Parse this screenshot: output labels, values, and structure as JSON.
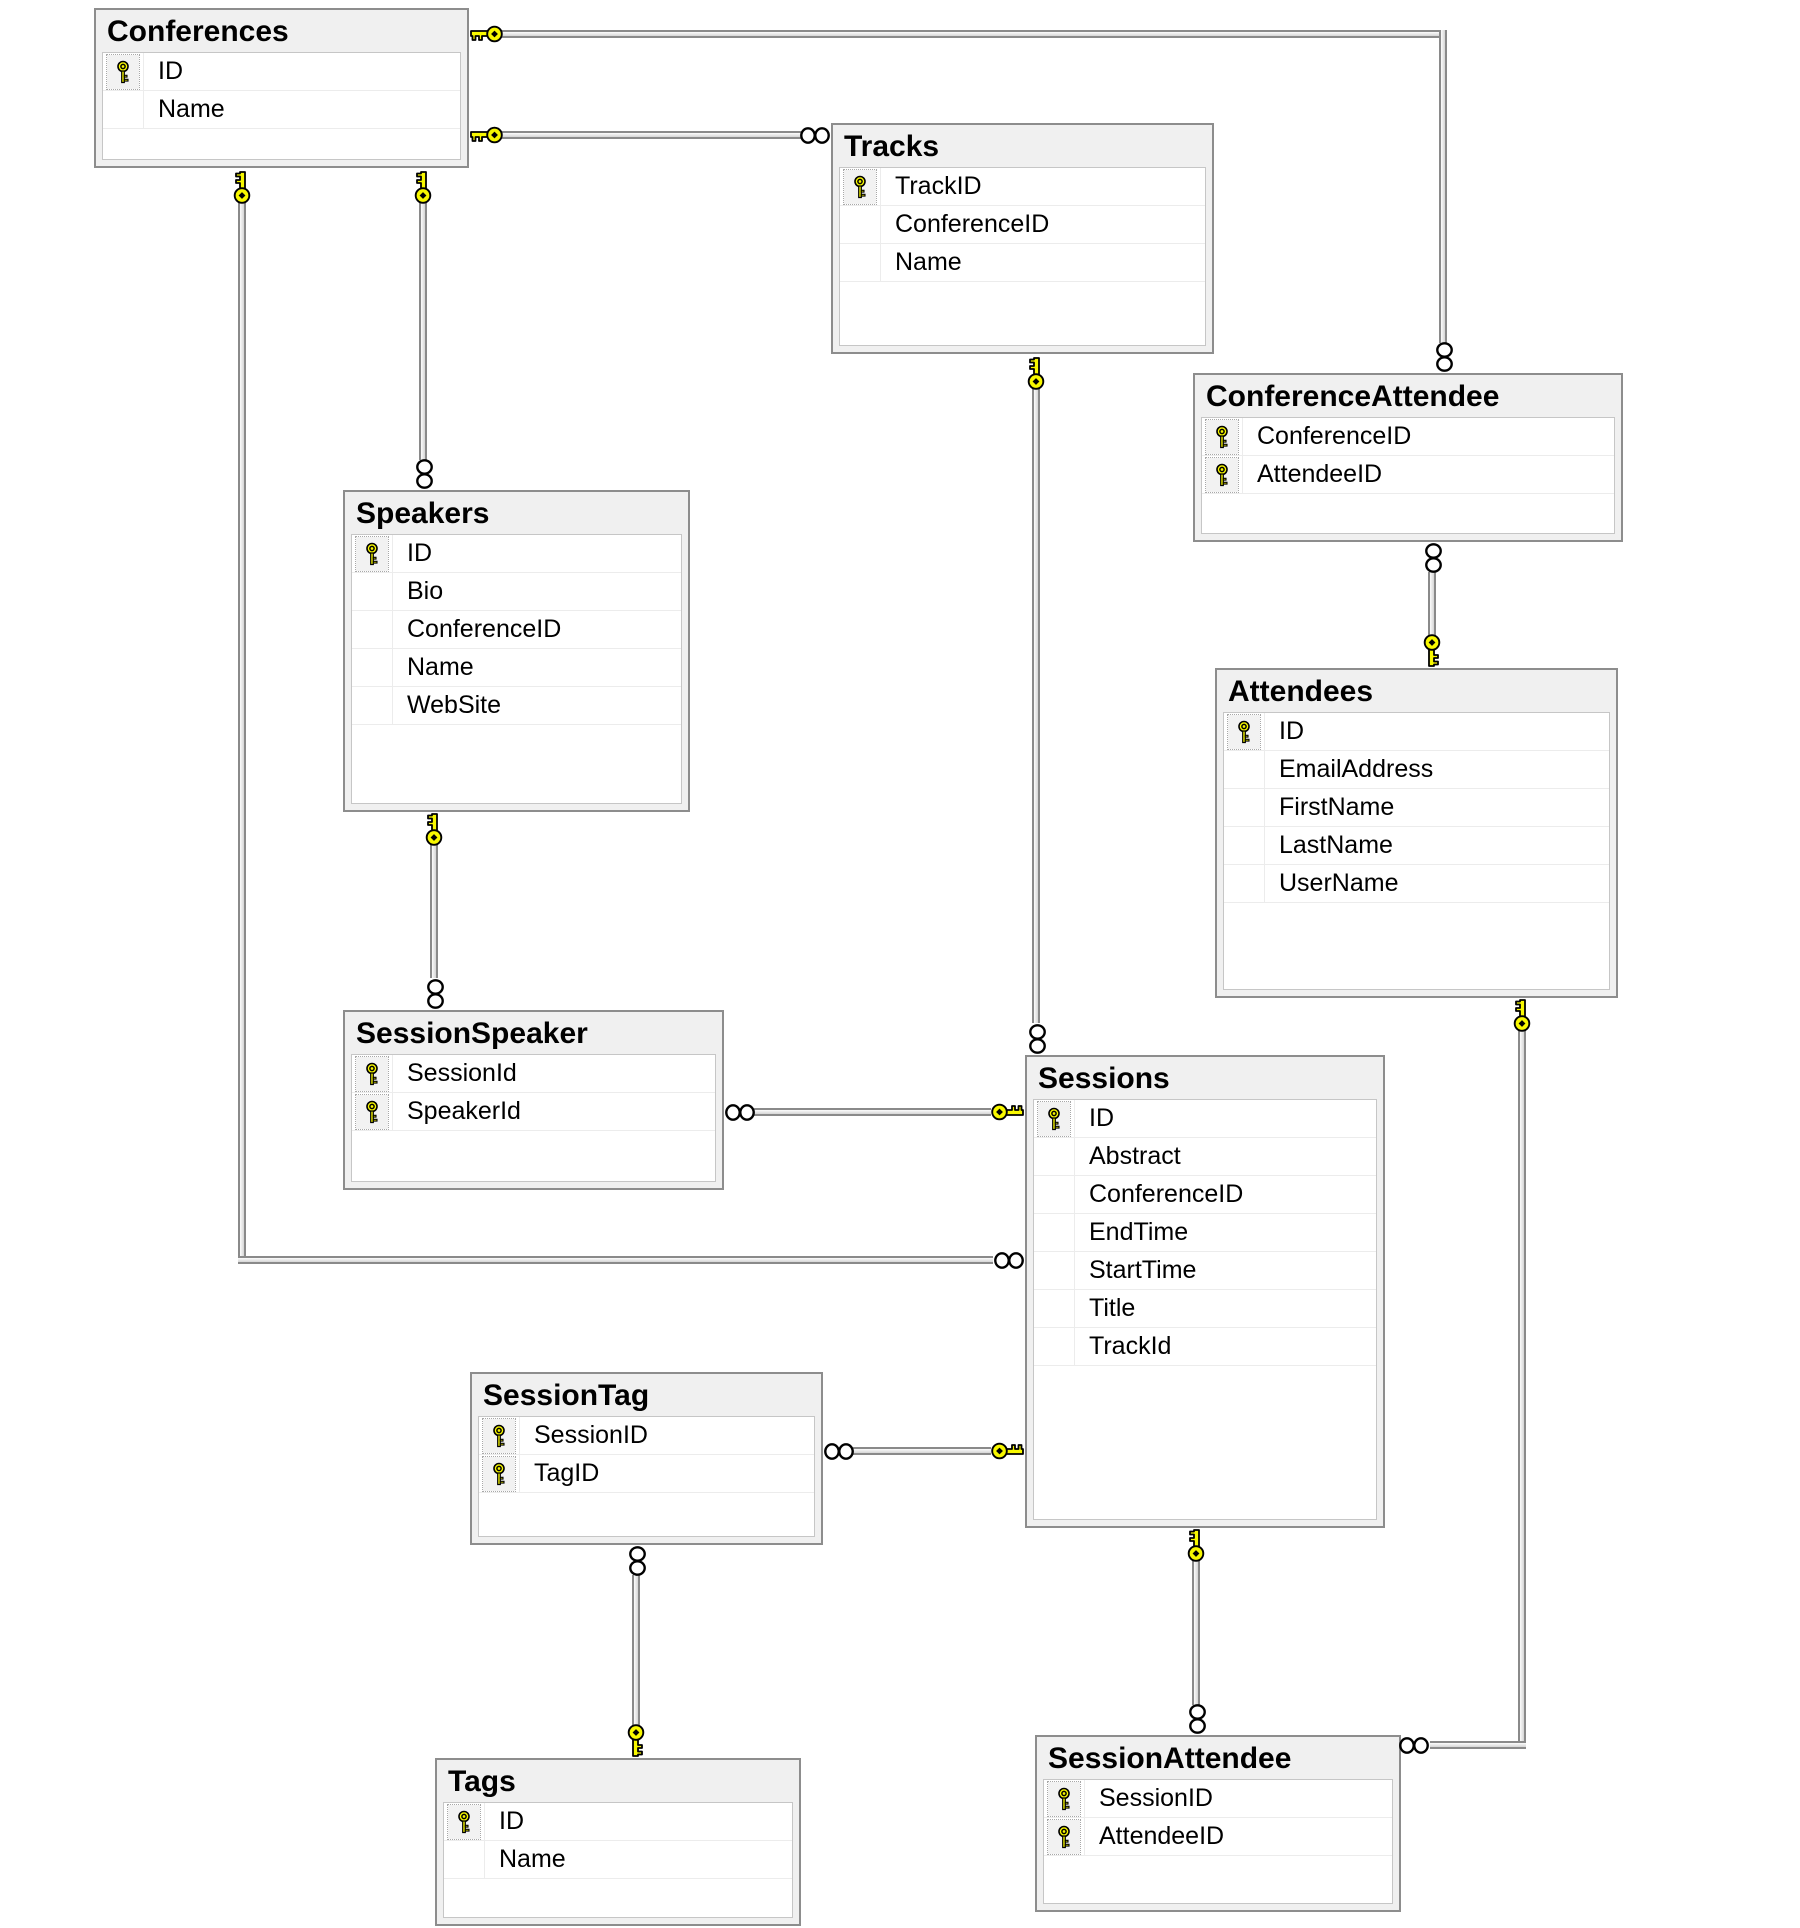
{
  "tables": {
    "conferences": {
      "title": "Conferences",
      "columns": [
        {
          "name": "ID",
          "pk": true
        },
        {
          "name": "Name",
          "pk": false
        }
      ]
    },
    "tracks": {
      "title": "Tracks",
      "columns": [
        {
          "name": "TrackID",
          "pk": true
        },
        {
          "name": "ConferenceID",
          "pk": false
        },
        {
          "name": "Name",
          "pk": false
        }
      ]
    },
    "conference_attendee": {
      "title": "ConferenceAttendee",
      "columns": [
        {
          "name": "ConferenceID",
          "pk": true
        },
        {
          "name": "AttendeeID",
          "pk": true
        }
      ]
    },
    "speakers": {
      "title": "Speakers",
      "columns": [
        {
          "name": "ID",
          "pk": true
        },
        {
          "name": "Bio",
          "pk": false
        },
        {
          "name": "ConferenceID",
          "pk": false
        },
        {
          "name": "Name",
          "pk": false
        },
        {
          "name": "WebSite",
          "pk": false
        }
      ]
    },
    "attendees": {
      "title": "Attendees",
      "columns": [
        {
          "name": "ID",
          "pk": true
        },
        {
          "name": "EmailAddress",
          "pk": false
        },
        {
          "name": "FirstName",
          "pk": false
        },
        {
          "name": "LastName",
          "pk": false
        },
        {
          "name": "UserName",
          "pk": false
        }
      ]
    },
    "session_speaker": {
      "title": "SessionSpeaker",
      "columns": [
        {
          "name": "SessionId",
          "pk": true
        },
        {
          "name": "SpeakerId",
          "pk": true
        }
      ]
    },
    "sessions": {
      "title": "Sessions",
      "columns": [
        {
          "name": "ID",
          "pk": true
        },
        {
          "name": "Abstract",
          "pk": false
        },
        {
          "name": "ConferenceID",
          "pk": false
        },
        {
          "name": "EndTime",
          "pk": false
        },
        {
          "name": "StartTime",
          "pk": false
        },
        {
          "name": "Title",
          "pk": false
        },
        {
          "name": "TrackId",
          "pk": false
        }
      ]
    },
    "session_tag": {
      "title": "SessionTag",
      "columns": [
        {
          "name": "SessionID",
          "pk": true
        },
        {
          "name": "TagID",
          "pk": true
        }
      ]
    },
    "tags": {
      "title": "Tags",
      "columns": [
        {
          "name": "ID",
          "pk": true
        },
        {
          "name": "Name",
          "pk": false
        }
      ]
    },
    "session_attendee": {
      "title": "SessionAttendee",
      "columns": [
        {
          "name": "SessionID",
          "pk": true
        },
        {
          "name": "AttendeeID",
          "pk": true
        }
      ]
    }
  },
  "relationships": [
    {
      "one": "Conferences",
      "many": "Tracks"
    },
    {
      "one": "Conferences",
      "many": "ConferenceAttendee"
    },
    {
      "one": "Conferences",
      "many": "Speakers"
    },
    {
      "one": "Conferences",
      "many": "Sessions"
    },
    {
      "one": "Tracks",
      "many": "Sessions"
    },
    {
      "one": "Attendees",
      "many": "ConferenceAttendee"
    },
    {
      "one": "Speakers",
      "many": "SessionSpeaker"
    },
    {
      "one": "Sessions",
      "many": "SessionSpeaker"
    },
    {
      "one": "Sessions",
      "many": "SessionTag"
    },
    {
      "one": "Tags",
      "many": "SessionTag"
    },
    {
      "one": "Sessions",
      "many": "SessionAttendee"
    },
    {
      "one": "Attendees",
      "many": "SessionAttendee"
    }
  ],
  "colors": {
    "canvas": "#ffffff",
    "table_frame": "#f0f0f0",
    "table_border": "#8d8d8d",
    "table_body": "#ffffff",
    "row_divider": "#ececec",
    "key_yellow": "#f8f800",
    "connector_gray": "#8a8a8a"
  }
}
